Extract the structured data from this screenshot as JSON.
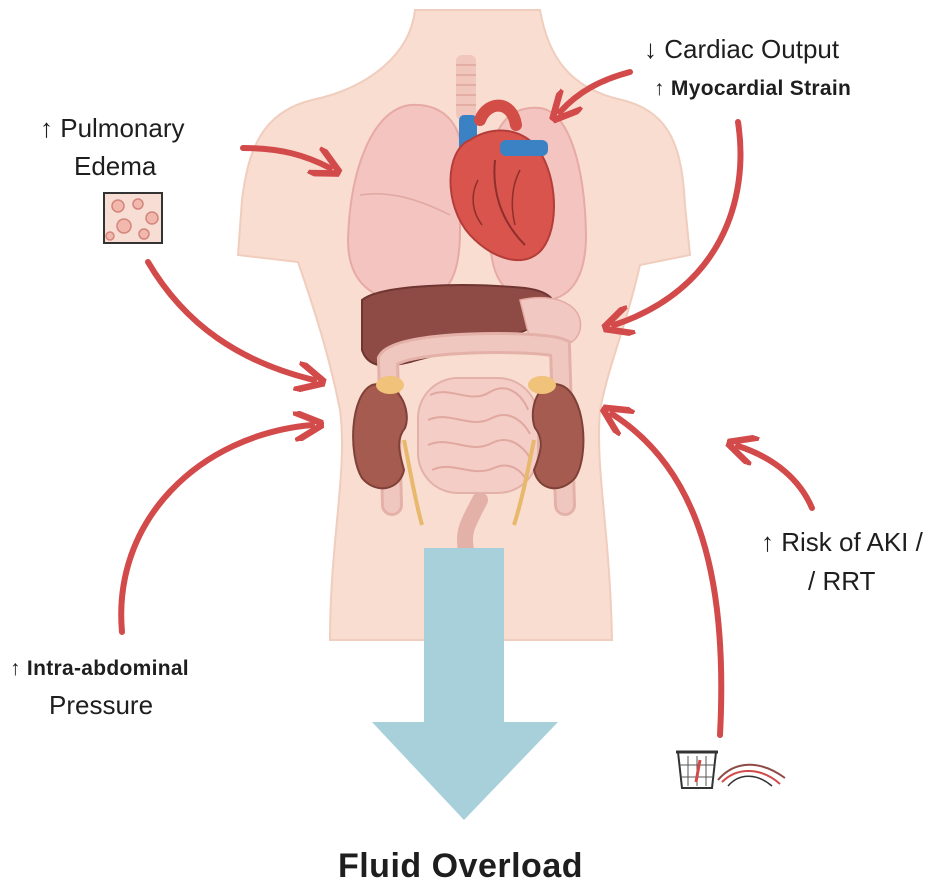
{
  "labels": {
    "cardiac_output": "↓ Cardiac Output",
    "myocardial_strain": "↑ Myocardial Strain",
    "pulmonary_edema_line1": "↑ Pulmonary",
    "pulmonary_edema_line2": "Edema",
    "aki_line1": "↑ Risk of AKI /",
    "aki_line2": "/ RRT",
    "iap_line1": "↑ Intra-abdominal",
    "iap_line2": "Pressure"
  },
  "title": "Fluid Overload",
  "colors": {
    "skin": "#f8ddd0",
    "arrow_red": "#d24a4a",
    "flow_arrow": "#a7d0da",
    "lung": "#f3c4c0",
    "heart": "#d9544d",
    "vessel_blue": "#3b82c4",
    "liver": "#8e4a44",
    "intestine": "#ecbcb3",
    "kidney": "#a55b4f"
  },
  "icons": [
    "alveoli-icon",
    "blood-vessel-icon",
    "heart-icon",
    "lungs-icon",
    "liver-icon",
    "kidney-icon",
    "intestine-icon",
    "torso-figure"
  ]
}
